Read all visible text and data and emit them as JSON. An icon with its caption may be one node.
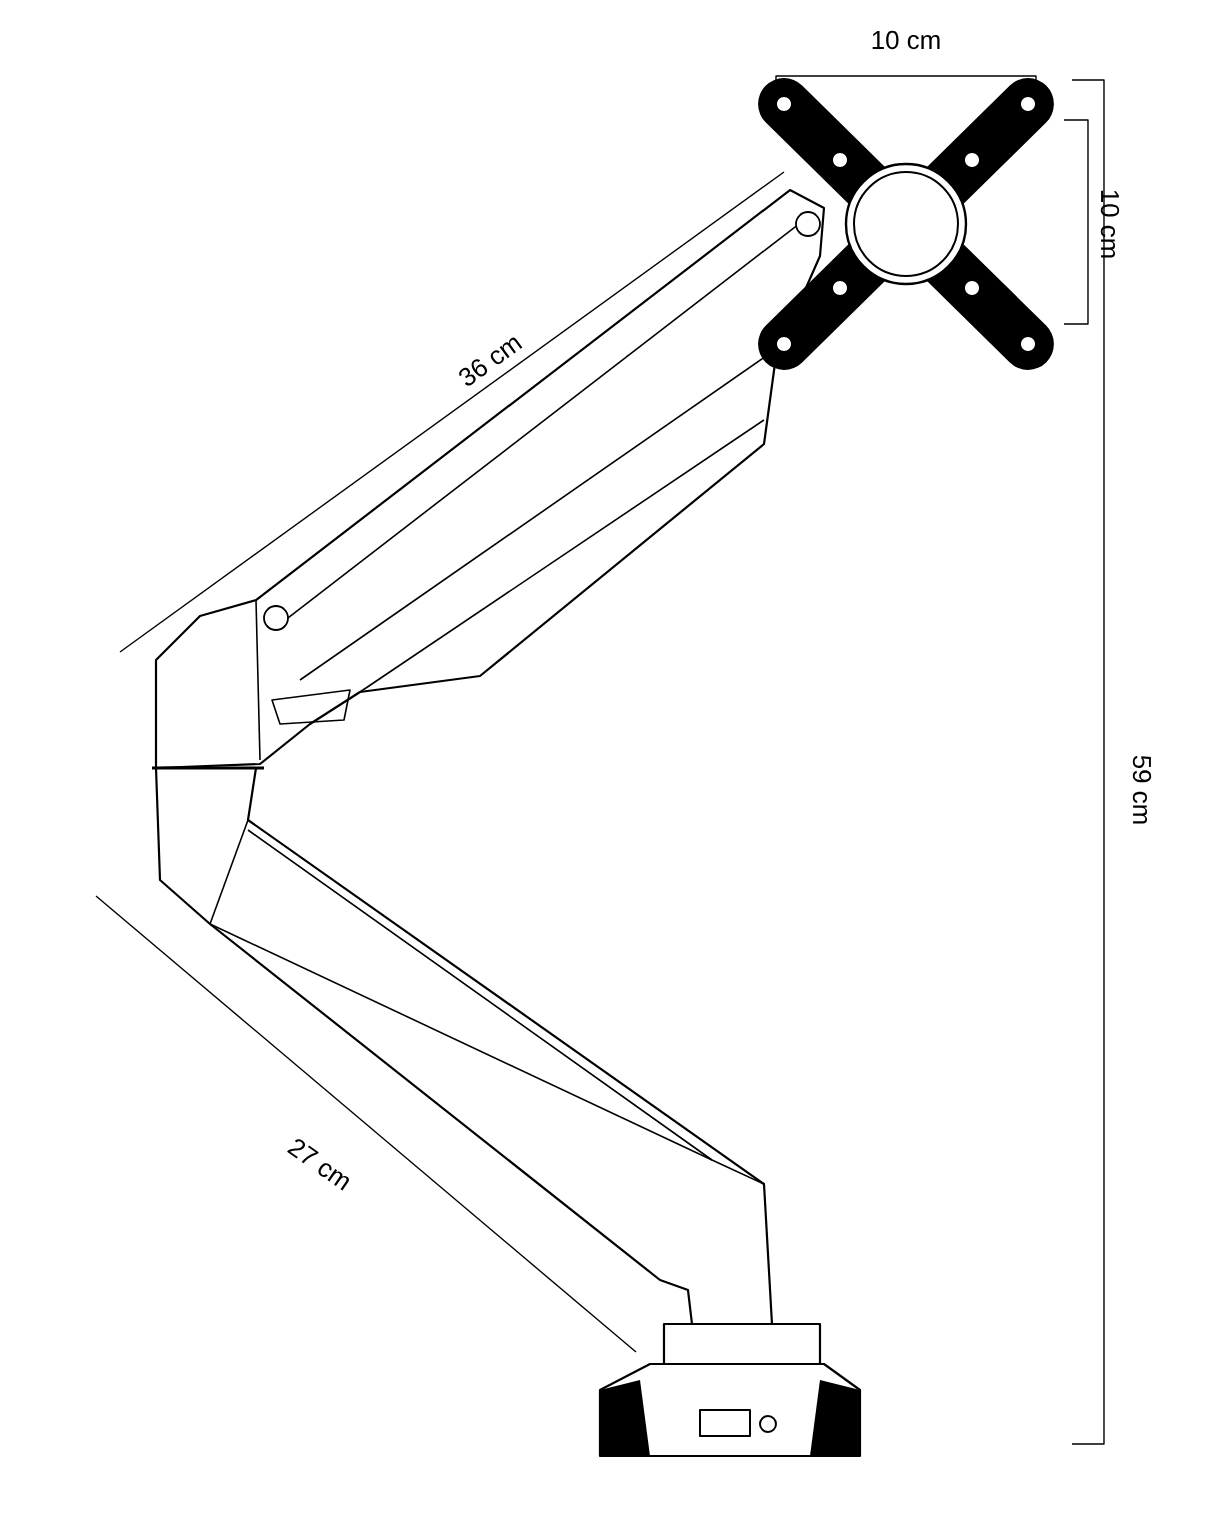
{
  "diagram": {
    "labels": [
      "10 cm",
      "10 cm",
      "36 cm",
      "59 cm",
      "27 cm"
    ]
  }
}
